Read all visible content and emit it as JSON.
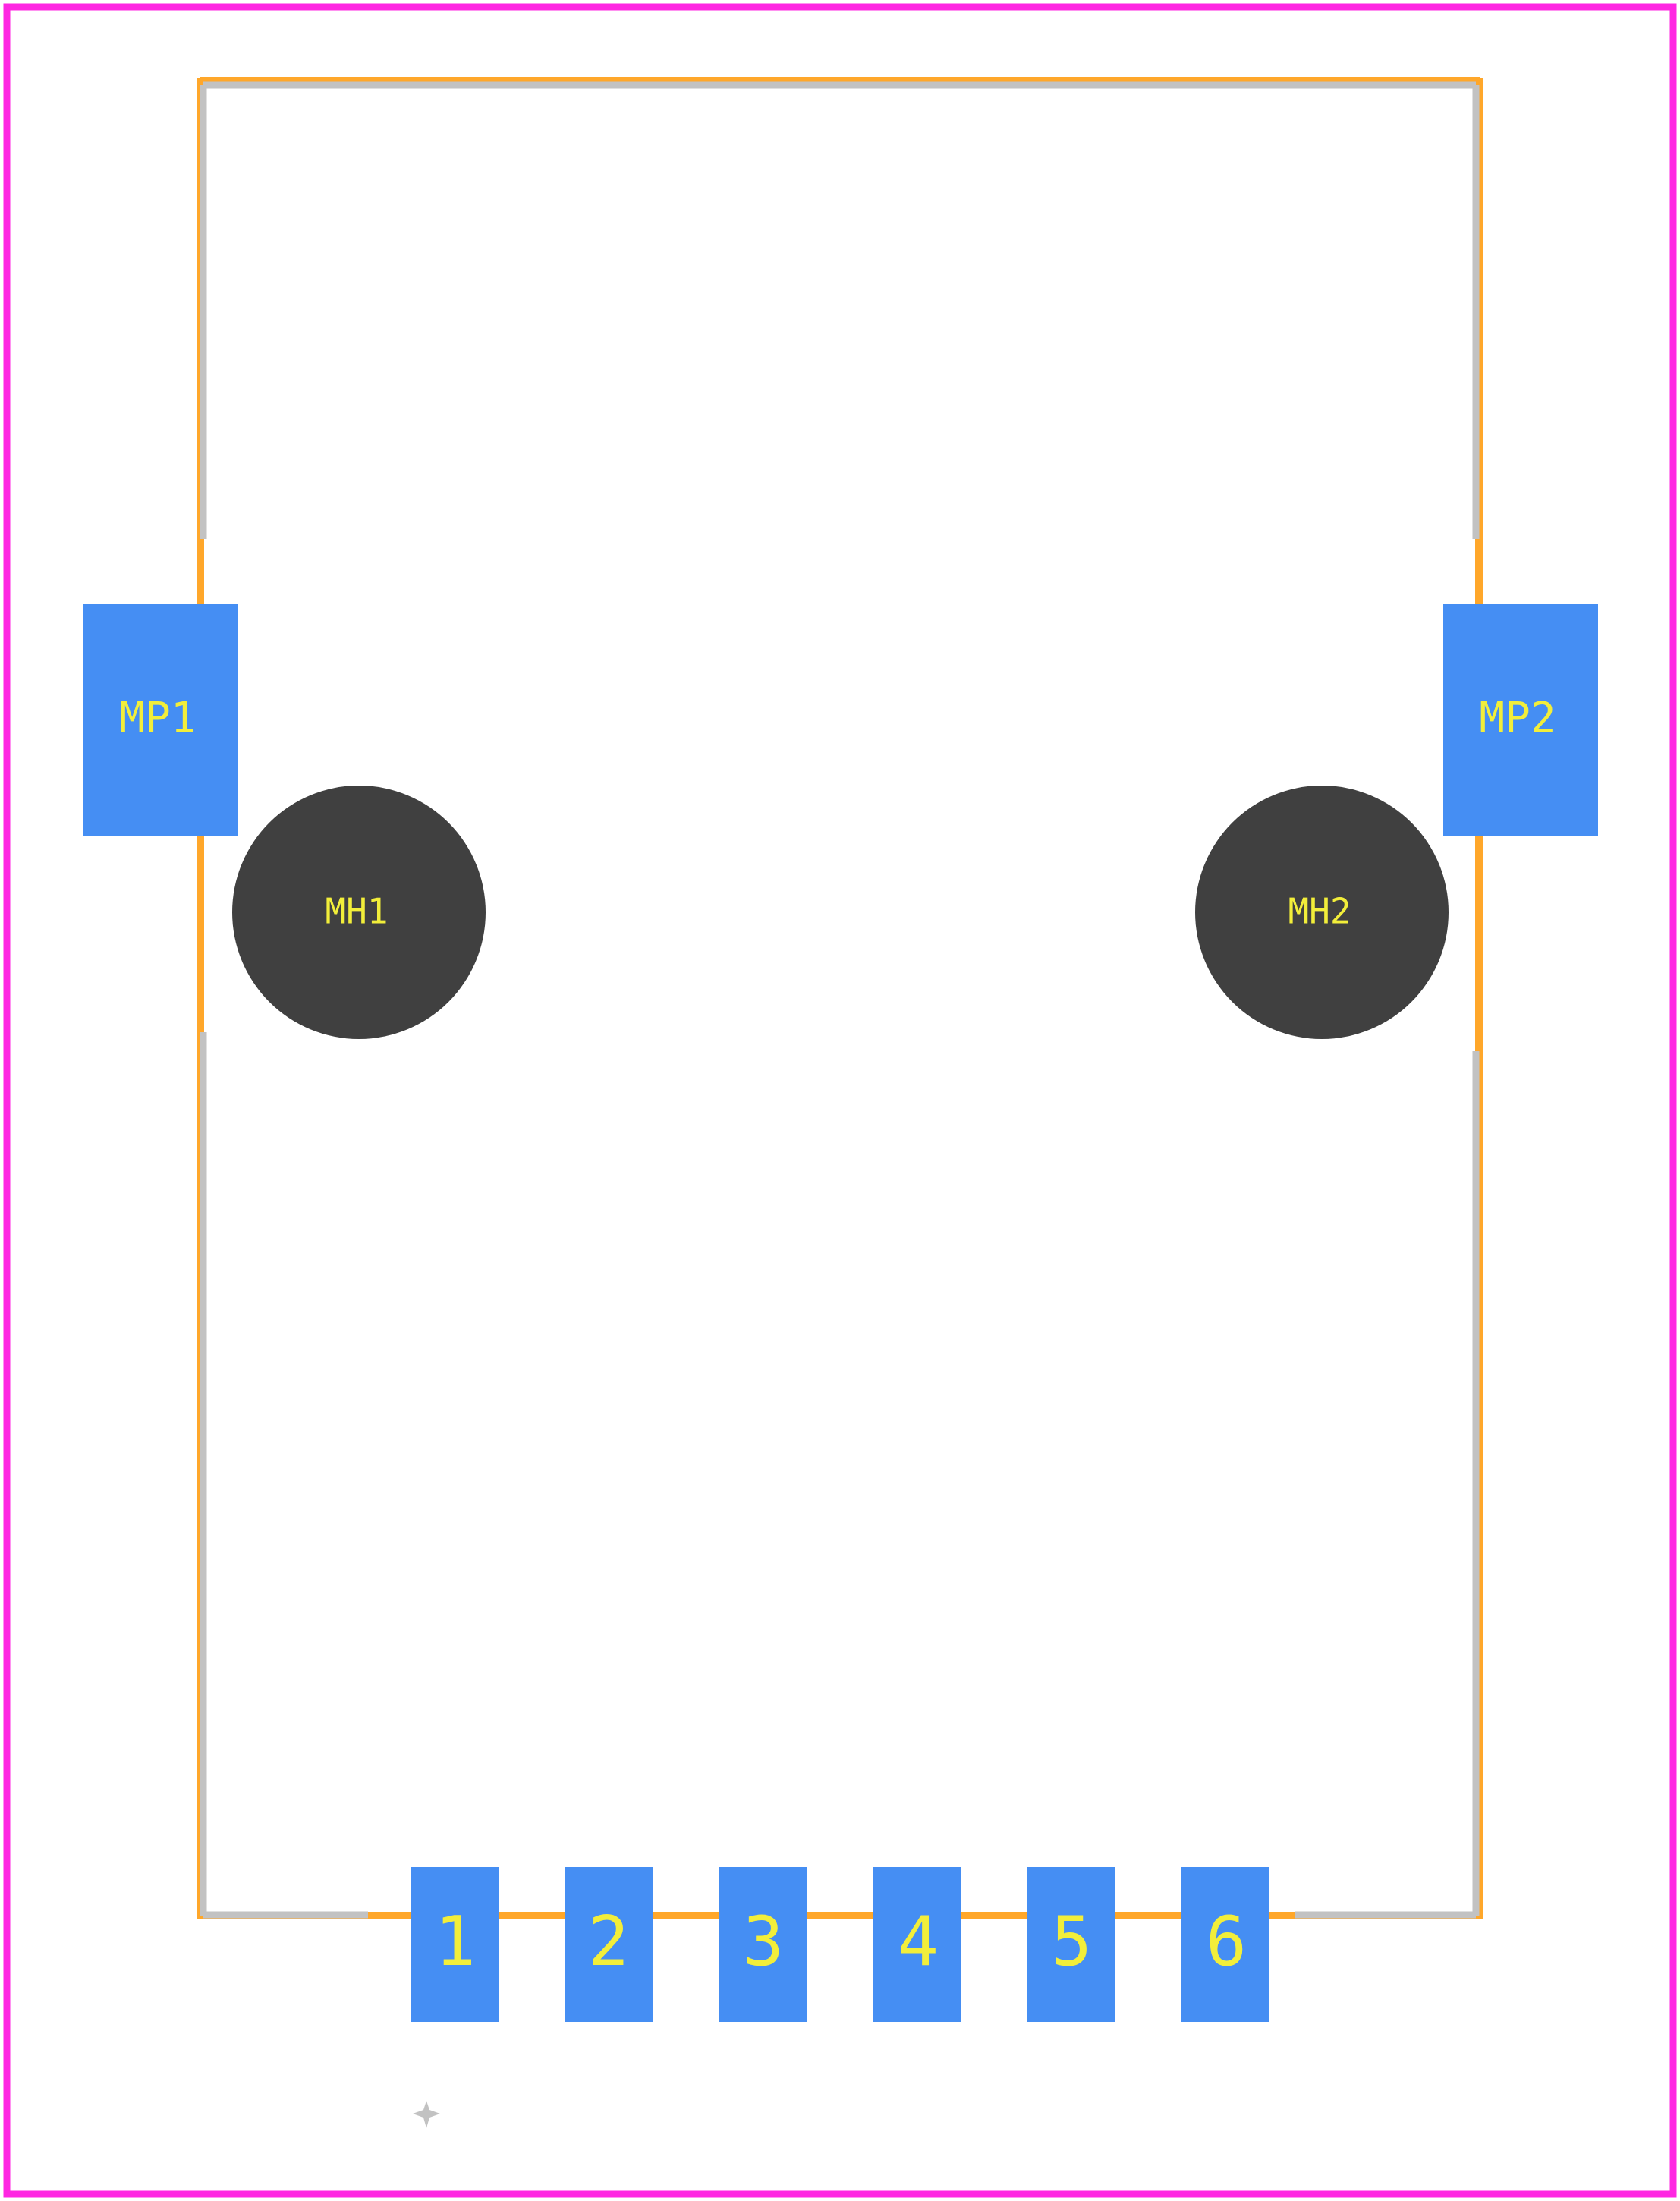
{
  "colors": {
    "background": "#ffffff",
    "courtyard": "#ff26e2",
    "body_outline": "#ffa72a",
    "silkscreen": "#c2c2c2",
    "pad": "#458ef3",
    "mounting_hole": "#404040",
    "label": "#f2ee3a"
  },
  "footprint": {
    "mounting_pads": [
      {
        "id": "mp1",
        "label": "MP1"
      },
      {
        "id": "mp2",
        "label": "MP2"
      }
    ],
    "mounting_holes": [
      {
        "id": "mh1",
        "label": "MH1"
      },
      {
        "id": "mh2",
        "label": "MH2"
      }
    ],
    "pins": [
      {
        "id": "pin1",
        "label": "1"
      },
      {
        "id": "pin2",
        "label": "2"
      },
      {
        "id": "pin3",
        "label": "3"
      },
      {
        "id": "pin4",
        "label": "4"
      },
      {
        "id": "pin5",
        "label": "5"
      },
      {
        "id": "pin6",
        "label": "6"
      }
    ],
    "origin_marker_icon": "crosshair-icon"
  }
}
